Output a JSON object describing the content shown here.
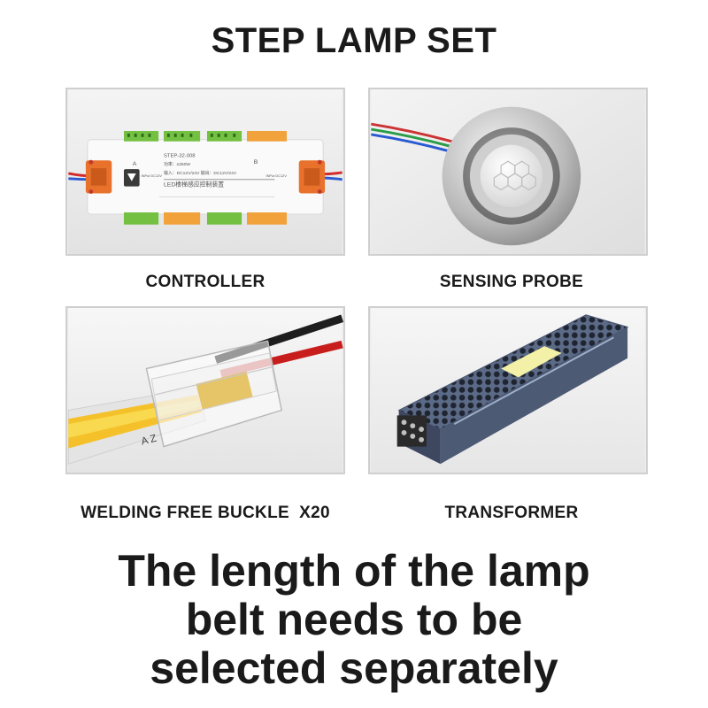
{
  "title": "STEP LAMP SET",
  "panels": [
    {
      "caption": "CONTROLLER",
      "image": "controller-image",
      "printed_text": {
        "model": "STEP-32-008",
        "channel_a": "A",
        "channel_b": "B",
        "input_a": "INPut DC12V",
        "input_b": "INPut DC12V",
        "power_line": "功率：≤350W",
        "io_line": "输入：DC12V/24V 输出：DC12V/24V",
        "name_line": "LED楼梯感应控制装置"
      }
    },
    {
      "caption": "SENSING PROBE",
      "image": "sensing-probe-image"
    },
    {
      "caption": "WELDING FREE BUCKLE  X20",
      "image": "buckle-image"
    },
    {
      "caption": "TRANSFORMER",
      "image": "transformer-image"
    }
  ],
  "bottom_text": [
    "The length of the lamp",
    "belt needs to be",
    "selected separately"
  ],
  "colors": {
    "text": "#1a1a1a",
    "panel_border": "#cfcfcf",
    "terminal_green": "#74c043",
    "terminal_orange": "#f2a23a",
    "orange_connector": "#e8722c",
    "led_yellow": "#f5d33a",
    "transformer_blue": "#5b6a86"
  }
}
